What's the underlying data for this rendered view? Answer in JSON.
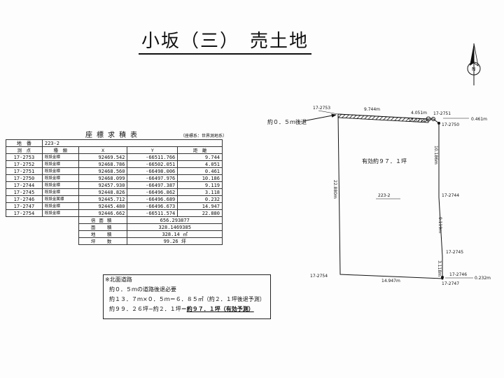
{
  "title": "小坂（三）　売土地",
  "table": {
    "title": "座標求積表",
    "system": "（座標系：世界測地系）",
    "lot_label": "地　番",
    "lot_value": "223-2",
    "headers": [
      "測　点",
      "種　類",
      "X",
      "Y",
      "距　離"
    ],
    "rows": [
      {
        "point": "17-2753",
        "type": "既設金標",
        "x": "92469.542",
        "y": "-66511.766",
        "dist": "9.744"
      },
      {
        "point": "17-2752",
        "type": "既設金標",
        "x": "92468.786",
        "y": "-66502.051",
        "dist": "4.051"
      },
      {
        "point": "17-2751",
        "type": "既設金標",
        "x": "92468.560",
        "y": "-66498.006",
        "dist": "0.461"
      },
      {
        "point": "17-2750",
        "type": "既設金標",
        "x": "92468.099",
        "y": "-66497.976",
        "dist": "10.186"
      },
      {
        "point": "17-2744",
        "type": "既設金標",
        "x": "92457.930",
        "y": "-66497.387",
        "dist": "9.119"
      },
      {
        "point": "17-2745",
        "type": "既設金標",
        "x": "92448.826",
        "y": "-66496.862",
        "dist": "3.118"
      },
      {
        "point": "17-2746",
        "type": "既設金属標",
        "x": "92445.712",
        "y": "-66496.689",
        "dist": "0.232"
      },
      {
        "point": "17-2747",
        "type": "既設金標",
        "x": "92445.480",
        "y": "-66496.673",
        "dist": "14.947"
      },
      {
        "point": "17-2754",
        "type": "既設金標",
        "x": "92446.662",
        "y": "-66511.574",
        "dist": "22.880"
      }
    ],
    "summary": [
      {
        "label": "倍面積",
        "value": "656.293877"
      },
      {
        "label": "面　積",
        "value": "328.1469385"
      },
      {
        "label": "地　積",
        "value": "328.14 ㎡"
      },
      {
        "label": "坪　数",
        "value": "99.26 坪"
      }
    ]
  },
  "notes": [
    "※北面道路",
    "約０．５ｍの道路後退必要",
    "約１３．７ｍ×０．５ｍ＝６．８５㎡（約２．１坪後退予測）",
    "約９９．２６坪−約２．１坪＝",
    "約９７．１坪（有効予測）"
  ],
  "plan": {
    "setback_label": "約０．５ｍ後退",
    "effective_label": "有効約９７．１坪",
    "lot_label": "223-2",
    "points": {
      "p2753": "17-2753",
      "p2752": "17-2752",
      "p2751": "17-2751",
      "p2750": "17-2750",
      "p2744": "17-2744",
      "p2745": "17-2745",
      "p2746": "17-2746",
      "p2747": "17-2747",
      "p2754": "17-2754"
    },
    "dims": {
      "d1": "9.744m",
      "d2": "4.051m",
      "d3": "0.461m",
      "d4": "10.186m",
      "d5": "9.119m",
      "d6": "3.118m",
      "d7": "0.232m",
      "d8": "14.947m",
      "d9": "22.880m"
    },
    "compass": "N"
  }
}
